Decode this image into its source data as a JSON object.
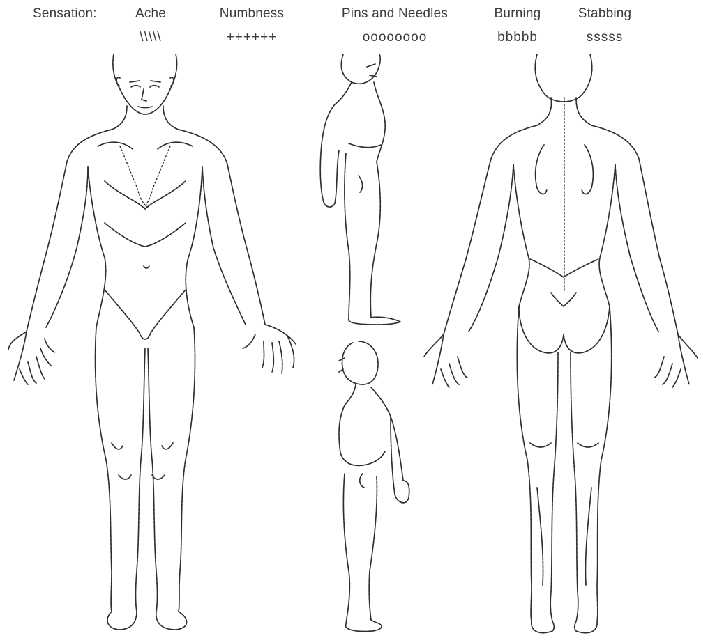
{
  "legend": {
    "heading": "Sensation:",
    "items": [
      {
        "label": "Ache",
        "symbol": "\\\\\\\\\\"
      },
      {
        "label": "Numbness",
        "symbol": "++++++"
      },
      {
        "label": "Pins and Needles",
        "symbol": "oooooooo"
      },
      {
        "label": "Burning",
        "symbol": "bbbbb"
      },
      {
        "label": "Stabbing",
        "symbol": "sssss"
      }
    ]
  },
  "figures": [
    "front-view",
    "right-side-view",
    "left-side-view",
    "back-view"
  ]
}
